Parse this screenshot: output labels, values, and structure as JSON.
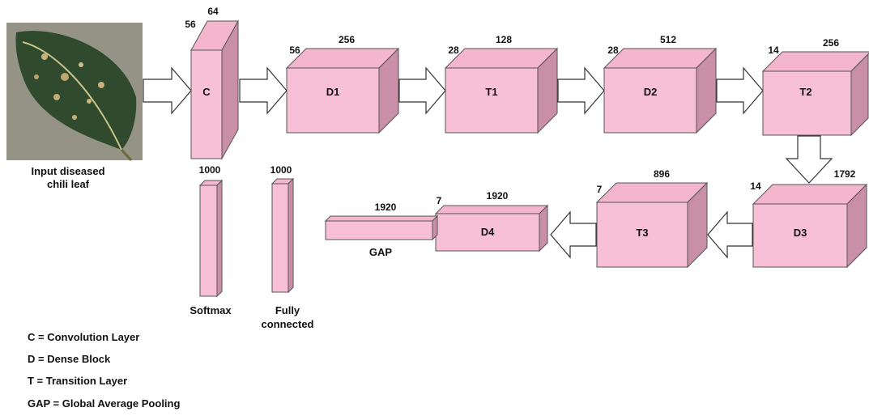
{
  "input": {
    "caption_line1": "Input diseased",
    "caption_line2": "chili leaf"
  },
  "blocks": {
    "C": {
      "label": "C",
      "dim_a": "56",
      "dim_b": "64"
    },
    "D1": {
      "label": "D1",
      "dim_a": "56",
      "dim_b": "256"
    },
    "T1": {
      "label": "T1",
      "dim_a": "28",
      "dim_b": "128"
    },
    "D2": {
      "label": "D2",
      "dim_a": "28",
      "dim_b": "512"
    },
    "T2": {
      "label": "T2",
      "dim_a": "14",
      "dim_b": "256"
    },
    "D3": {
      "label": "D3",
      "dim_a": "14",
      "dim_b": "1792"
    },
    "T3": {
      "label": "T3",
      "dim_a": "7",
      "dim_b": "896"
    },
    "D4": {
      "label": "D4",
      "dim_a": "7",
      "dim_b": "1920"
    },
    "GAP": {
      "label": "GAP",
      "dim": "1920"
    },
    "FC": {
      "label_line1": "Fully",
      "label_line2": "connected",
      "dim": "1000"
    },
    "Softmax": {
      "label": "Softmax",
      "dim": "1000"
    }
  },
  "legend": [
    "C = Convolution Layer",
    "D = Dense Block",
    "T = Transition Layer",
    "GAP = Global Average Pooling"
  ],
  "colors": {
    "block_front": "#f8c0d6",
    "block_top": "#f3b6cc",
    "block_side": "#c98fa6",
    "arrow_fill": "#ffffff"
  }
}
